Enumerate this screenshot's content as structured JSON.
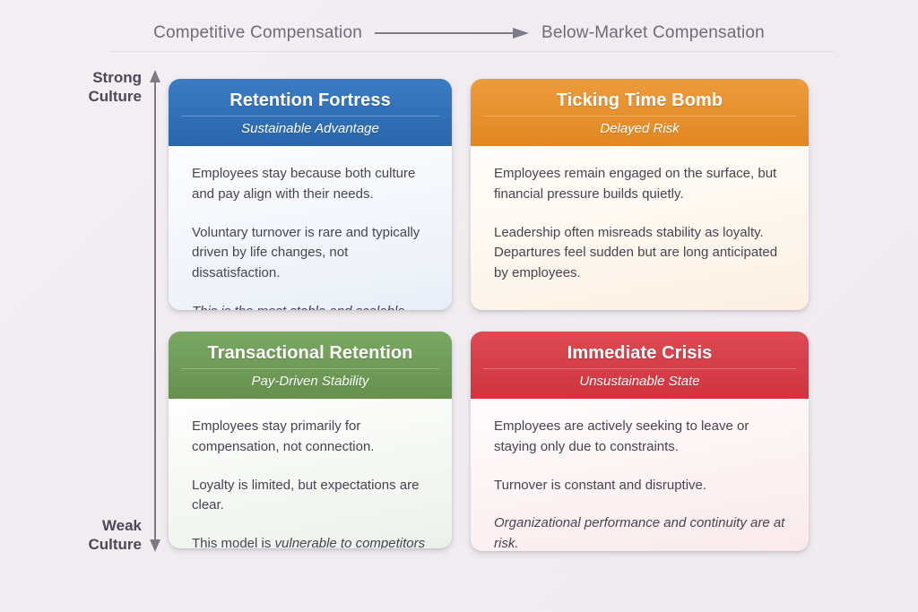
{
  "axes": {
    "horizontal": {
      "left_label": "Competitive Compensation",
      "right_label": "Below-Market Compensation",
      "arrow": "right-arrow-icon"
    },
    "vertical": {
      "top_label_line1": "Strong",
      "top_label_line2": "Culture",
      "bottom_label_line1": "Weak",
      "bottom_label_line2": "Culture",
      "arrow": "up-down-arrow-icon"
    }
  },
  "quadrants": [
    {
      "id": "retention-fortress",
      "title": "Retention Fortress",
      "subtitle": "Sustainable Advantage",
      "header_color": "#2a66ab",
      "paragraphs": [
        {
          "text": "Employees stay because both culture and pay align with their needs.",
          "style": "normal"
        },
        {
          "text": "Voluntary turnover is rare and typically driven by life changes, not dissatisfaction.",
          "style": "normal"
        },
        {
          "text": "This is the most stable and scalable retention model.",
          "style": "italic"
        }
      ]
    },
    {
      "id": "ticking-time-bomb",
      "title": "Ticking Time Bomb",
      "subtitle": "Delayed Risk",
      "header_color": "#e28722",
      "paragraphs": [
        {
          "text": "Employees remain engaged on the surface, but financial pressure builds quietly.",
          "style": "normal"
        },
        {
          "text": "Leadership often misreads stability as loyalty. Departures feel sudden but are long anticipated by employees.",
          "style": "normal"
        }
      ]
    },
    {
      "id": "transactional-retention",
      "title": "Transactional Retention",
      "subtitle": "Pay-Driven Stability",
      "header_color": "#65914d",
      "paragraphs": [
        {
          "text": "Employees stay primarily for compensation, not connection.",
          "style": "normal"
        },
        {
          "text": "Loyalty is limited, but expectations are clear.",
          "style": "normal"
        },
        {
          "text_lead": "This model is ",
          "text_emphasis": "vulnerable to competitors both pay and purpose.",
          "style": "mixed"
        }
      ]
    },
    {
      "id": "immediate-crisis",
      "title": "Immediate Crisis",
      "subtitle": "Unsustainable State",
      "header_color": "#d1343f",
      "paragraphs": [
        {
          "text": "Employees are actively seeking to leave or staying only due to constraints.",
          "style": "normal"
        },
        {
          "text": "Turnover is constant and disruptive.",
          "style": "normal"
        },
        {
          "text": "Organizational performance and continuity are at risk.",
          "style": "italic"
        }
      ]
    }
  ]
}
